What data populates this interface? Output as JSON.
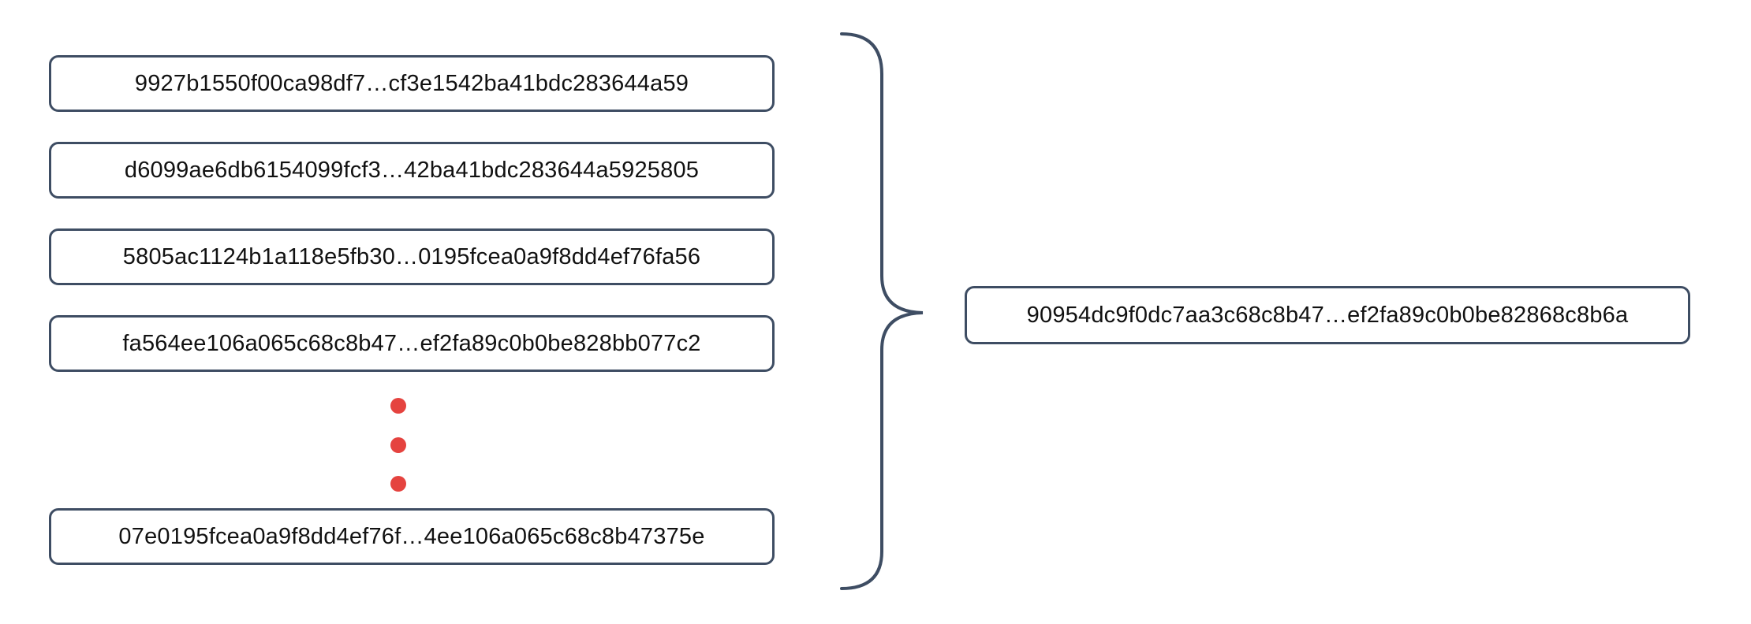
{
  "diagram": {
    "description_semantic": "hash-aggregation-diagram",
    "input_hashes": [
      "9927b1550f00ca98df7…cf3e1542ba41bdc283644a59",
      "d6099ae6db6154099fcf3…42ba41bdc283644a5925805",
      "5805ac1124b1a118e5fb30…0195fcea0a9f8dd4ef76fa56",
      "fa564ee106a065c68c8b47…ef2fa89c0b0be828bb077c2",
      "07e0195fcea0a9f8dd4ef76f…4ee106a065c68c8b47375e"
    ],
    "output_hash": "90954dc9f0dc7aa3c68c8b47…ef2fa89c0b0be82868c8b6a",
    "ellipsis": {
      "dot_count": 3
    }
  },
  "colors": {
    "border": "#3e4d63",
    "text": "#111111",
    "dot": "#e5433f",
    "background": "#ffffff"
  }
}
